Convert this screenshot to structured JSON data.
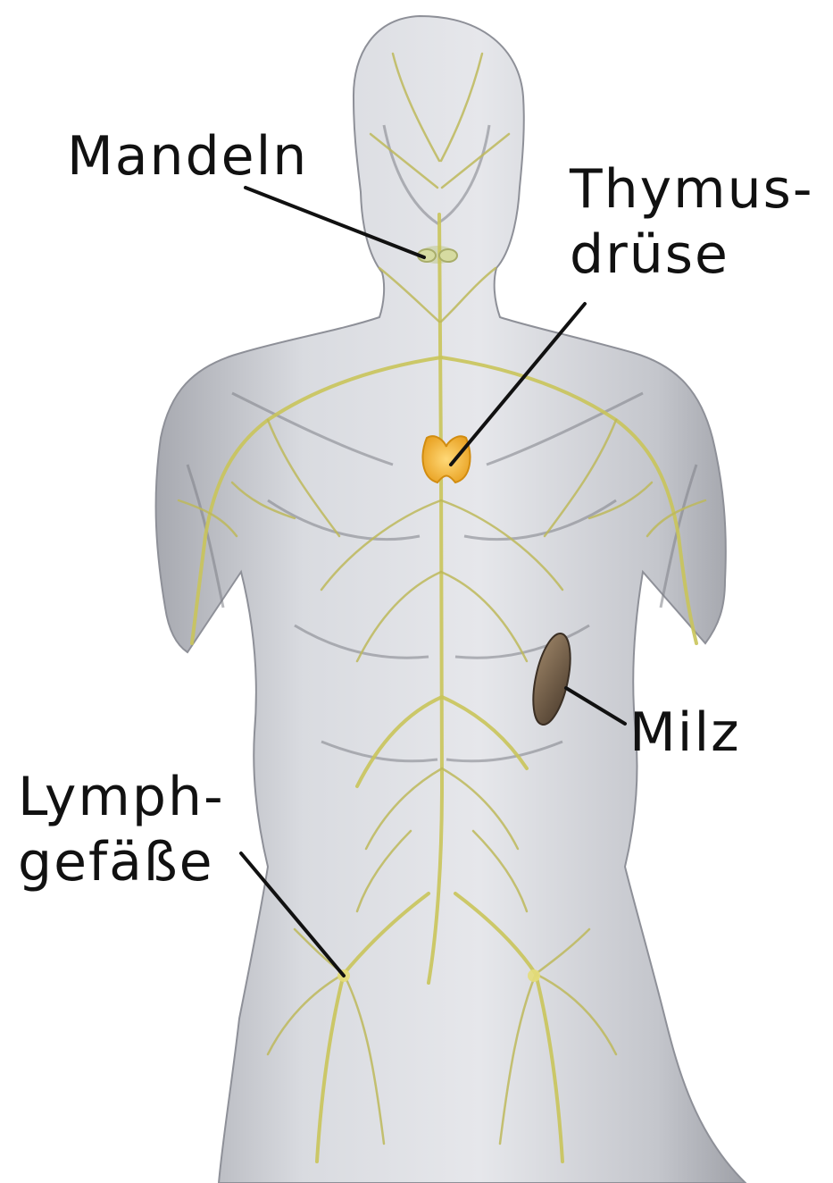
{
  "labels": {
    "tonsils": "Mandeln",
    "thymus_line1": "Thymus-",
    "thymus_line2": "drüse",
    "spleen": "Milz",
    "lymph_line1": "Lymph-",
    "lymph_line2": "gefäße"
  },
  "colors": {
    "body_fill": "#d4d6dc",
    "body_shadow": "#9a9ca3",
    "lymph_vessel": "#c9c45a",
    "thymus": "#f2b73a",
    "spleen": "#6e5a45",
    "text": "#111111"
  }
}
